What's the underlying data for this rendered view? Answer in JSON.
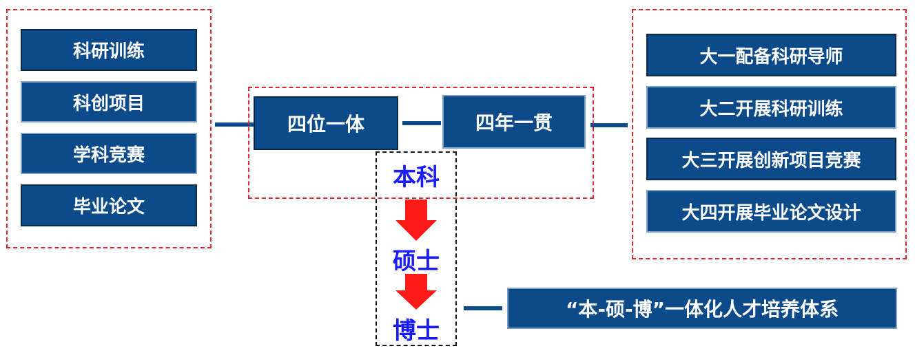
{
  "left_group": {
    "items": [
      {
        "label": "科研训练"
      },
      {
        "label": "科创项目"
      },
      {
        "label": "学科竞赛"
      },
      {
        "label": "毕业论文"
      }
    ]
  },
  "center_group": {
    "box1": "四位一体",
    "box2": "四年一贯"
  },
  "right_group": {
    "items": [
      {
        "label": "大一配备科研导师"
      },
      {
        "label": "大二开展科研训练"
      },
      {
        "label": "大三开展创新项目竞赛"
      },
      {
        "label": "大四开展毕业论文设计"
      }
    ]
  },
  "progression": {
    "stages": [
      {
        "label": "本科"
      },
      {
        "label": "硕士"
      },
      {
        "label": "博士"
      }
    ]
  },
  "system": {
    "label": "“本-硕-博”一体化人才培养体系"
  },
  "colors": {
    "box_fill": "#0c4a8a",
    "dashed_red": "#e0262c",
    "stage_text": "#1a1aff",
    "arrow": "#ff1a1a"
  }
}
